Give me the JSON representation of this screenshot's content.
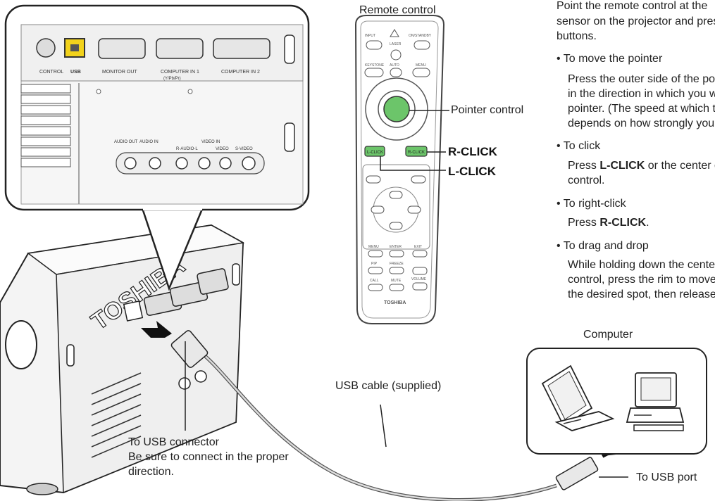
{
  "labels": {
    "remote_control": "Remote control",
    "pointer_control": "Pointer control",
    "r_click": "R-CLICK",
    "l_click": "L-CLICK",
    "usb_cable": "USB cable (supplied)",
    "computer": "Computer",
    "to_usb_port": "To USB port",
    "to_usb_connector": "To USB connector",
    "usb_note_line1": "Be sure to connect in the proper",
    "usb_note_line2": "direction."
  },
  "panel": {
    "port_labels": [
      "CONTROL",
      "USB",
      "MONITOR OUT",
      "COMPUTER IN 1",
      "COMPUTER IN 2"
    ],
    "port_sublabel": "(Y/Pb/Pr)",
    "audio_labels": [
      "AUDIO OUT",
      "AUDIO IN"
    ],
    "video_in_label": "VIDEO IN",
    "video_labels": [
      "R-AUDIO-L",
      "VIDEO",
      "S-VIDEO"
    ]
  },
  "remote": {
    "top_buttons": [
      "INPUT",
      "LASER",
      "ON/STANDBY"
    ],
    "row_buttons": [
      "KEYSTONE",
      "AUTO",
      "MENU"
    ],
    "l_click_key": "L-CLICK",
    "r_click_key": "R-CLICK",
    "bottom_buttons": [
      "MENU",
      "ENTER",
      "EXIT",
      "PIP",
      "FREEZE",
      "CALL",
      "MUTE",
      "VOLUME"
    ],
    "brand": "TOSHIBA"
  },
  "projector": {
    "brand": "TOSHIBA"
  },
  "instructions": {
    "intro_line1": "Point the remote control at the",
    "intro_line2": "sensor on the projector and press",
    "intro_line3": "buttons.",
    "items": [
      {
        "bullet": "• To move the pointer",
        "lines": [
          "Press the outer side of the pointer control",
          "in the direction in which you wish to move the",
          "pointer. (The speed at which the pointer moves",
          "depends on how strongly you press.)"
        ]
      },
      {
        "bullet": "• To click",
        "line_prefix": "Press ",
        "bold1": "L-CLICK",
        "line_suffix": " or the center of the pointer",
        "line2": "control."
      },
      {
        "bullet": "• To right-click",
        "line_prefix": "Press ",
        "bold1": "R-CLICK",
        "line_suffix": "."
      },
      {
        "bullet": "• To drag and drop",
        "lines": [
          "While holding down the center of the pointer",
          "control, press the rim to move the pointer to",
          "the desired spot, then release."
        ]
      }
    ]
  },
  "colors": {
    "usb_highlight": "#f2d21b",
    "green_button": "#6cc56a",
    "outline": "#222222"
  }
}
